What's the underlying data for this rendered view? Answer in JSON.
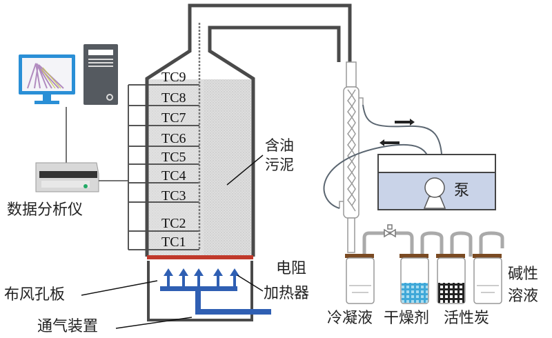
{
  "figure": {
    "thermocouples": [
      "TC9",
      "TC8",
      "TC7",
      "TC6",
      "TC5",
      "TC4",
      "TC3",
      "TC2",
      "TC1"
    ],
    "labels": {
      "oily_sludge": [
        "含油",
        "污泥"
      ],
      "data_analyzer": "数据分析仪",
      "resistance_heater": [
        "电阻",
        "加热器"
      ],
      "air_distributor_plate": "布风孔板",
      "aeration_device": "通气装置",
      "pump": "泵",
      "condensate": "冷凝液",
      "desiccant": "干燥剂",
      "activated_carbon": "活性炭",
      "alkaline_solution": [
        "碱性",
        "溶液"
      ]
    },
    "colors": {
      "reactor_wall": "#4a4a4a",
      "sludge_fill": "#d9d9d9",
      "heater": "#c0392b",
      "air_flow": "#2f5fb3",
      "monitor": "#2a8fd6",
      "tower": "#555a60",
      "water_bath": "#c9d3e8",
      "desiccant": "#3fa8d8",
      "carbon": "#222222",
      "stopper": "#7a4a22"
    }
  }
}
